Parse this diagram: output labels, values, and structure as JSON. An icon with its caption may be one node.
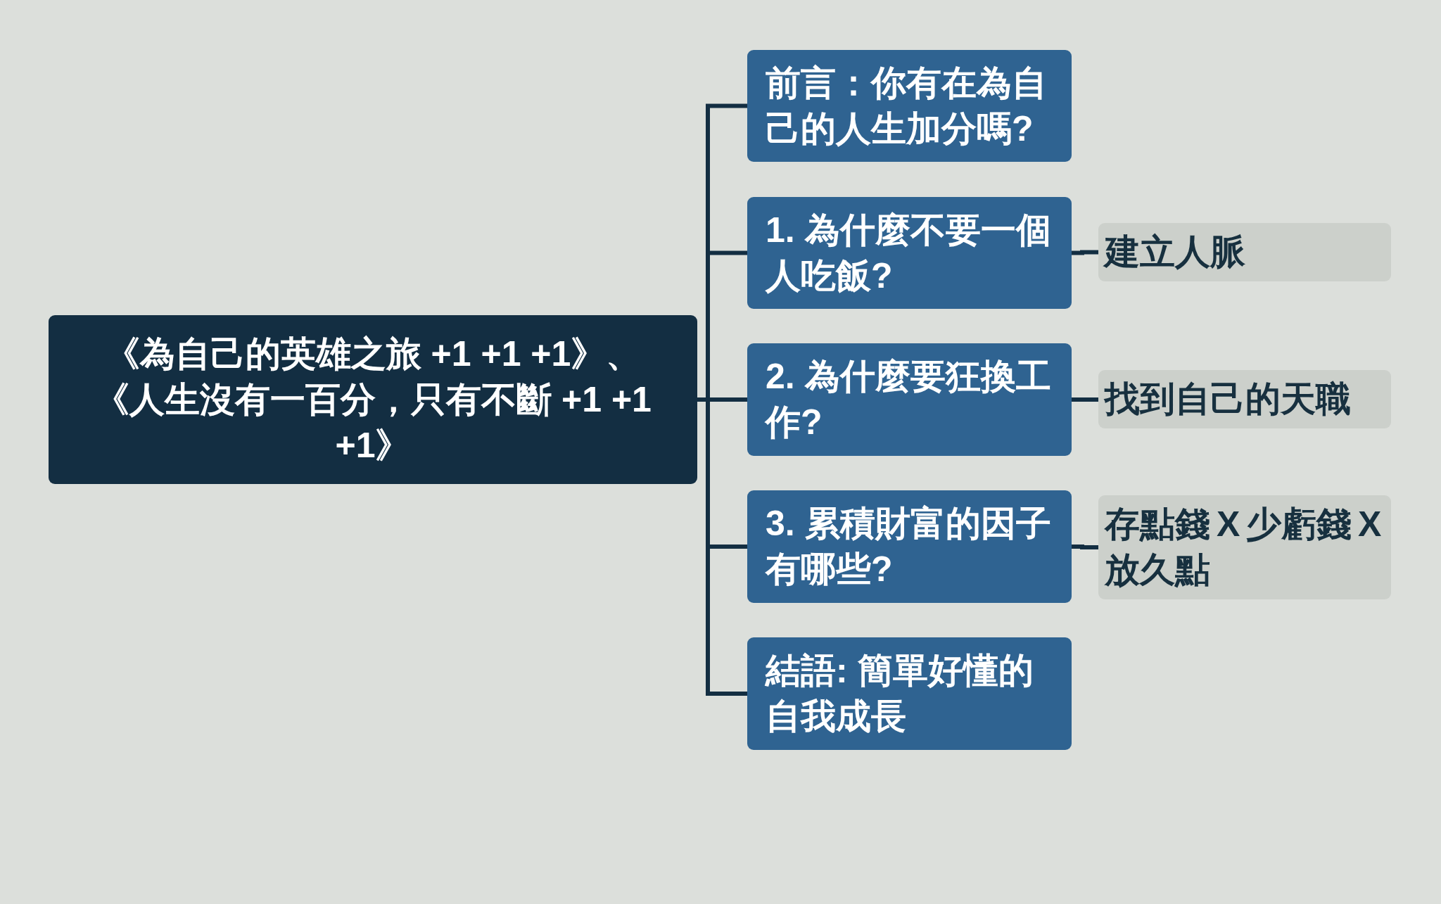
{
  "diagram": {
    "nodes": [
      {
        "text": [
          "《為自己的英雄之旅 +1 +1 +1》、《人生沒有一百分，只有不斷 +1 +1 +1》"
        ]
      },
      {
        "text": [
          "前言：你有在為自己的人生加分嗎?"
        ]
      },
      {
        "text": [
          "1. 為什麼不要一個人吃飯?"
        ]
      },
      {
        "text": [
          "2. 為什麼要狂換工作?"
        ]
      },
      {
        "text": [
          "3. 累積財富的因子有哪些?"
        ]
      },
      {
        "text": [
          "結語: 簡單好懂的自我成長"
        ]
      },
      {
        "text": [
          "建立人脈"
        ]
      },
      {
        "text": [
          "找到自己的天職"
        ]
      },
      {
        "text": [
          "存點錢 X 少虧錢 X 放久點"
        ]
      }
    ],
    "edges": [
      {
        "from": 0,
        "to": 1,
        "arrow": "none"
      },
      {
        "from": 0,
        "to": 2,
        "arrow": "none"
      },
      {
        "from": 0,
        "to": 3,
        "arrow": "none"
      },
      {
        "from": 0,
        "to": 4,
        "arrow": "none"
      },
      {
        "from": 0,
        "to": 5,
        "arrow": "none"
      },
      {
        "from": 2,
        "to": 6,
        "arrow": "none"
      },
      {
        "from": 3,
        "to": 7,
        "arrow": "none"
      },
      {
        "from": 4,
        "to": 8,
        "arrow": "none"
      }
    ]
  }
}
